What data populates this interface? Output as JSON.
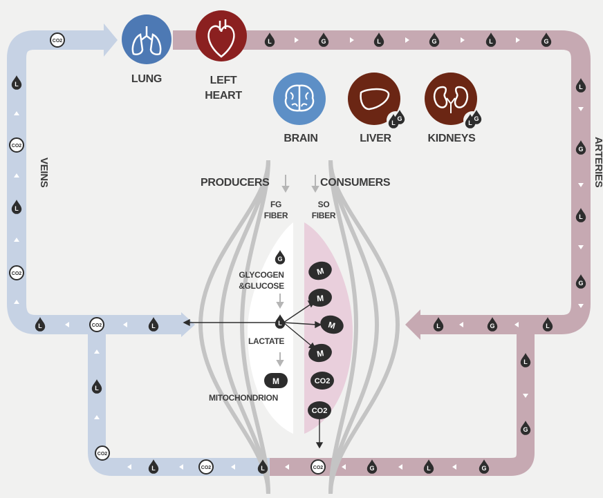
{
  "organs": {
    "lung": "LUNG",
    "left_heart_line1": "LEFT",
    "left_heart_line2": "HEART",
    "brain": "BRAIN",
    "liver": "LIVER",
    "kidneys": "KIDNEYS"
  },
  "vessels": {
    "veins": "VEINS",
    "arteries": "ARTERIES"
  },
  "muscle": {
    "producers": "PRODUCERS",
    "consumers": "CONSUMERS",
    "fg_fiber_line1": "FG",
    "fg_fiber_line2": "FIBER",
    "so_fiber_line1": "SO",
    "so_fiber_line2": "FIBER",
    "glycogen_line1": "GLYCOGEN",
    "glycogen_line2": "&GLUCOSE",
    "lactate": "LACTATE",
    "mitochondrion": "MITOCHONDRION"
  },
  "tokens": {
    "lactate": "L",
    "glucose": "G",
    "mito": "M",
    "co2": "CO2"
  },
  "colors": {
    "vein": "#c6d2e4",
    "artery": "#c6a9b2",
    "lung": "#4d79b4",
    "heart": "#8b2020",
    "brain": "#5d8fc6",
    "liver": "#6b2614",
    "kidneys": "#6b2614",
    "so_fiber": "#e9cfdc",
    "token": "#2d2d2d"
  }
}
